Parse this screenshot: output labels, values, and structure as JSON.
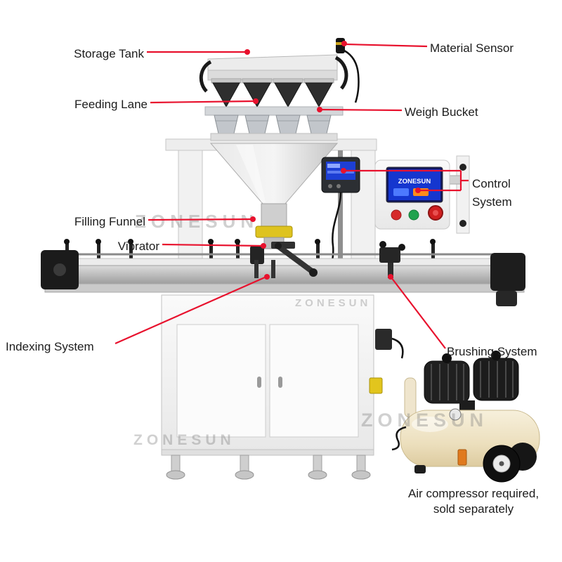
{
  "brand": {
    "watermark": "ZONESUN",
    "accent_red": "#e8112d"
  },
  "labels": {
    "storage_tank": "Storage Tank",
    "material_sensor": "Material Sensor",
    "feeding_lane": "Feeding Lane",
    "weigh_bucket": "Weigh Bucket",
    "control_system": "Control System",
    "filling_funnel": "Filling Funnel",
    "vibrator": "Vibrator",
    "indexing_system": "Indexing System",
    "brushing_system": "Brushing System"
  },
  "caption": {
    "air_compressor": "Air compressor required,\nsold separately"
  },
  "machine": {
    "screen_brand": "ZONESUN"
  }
}
